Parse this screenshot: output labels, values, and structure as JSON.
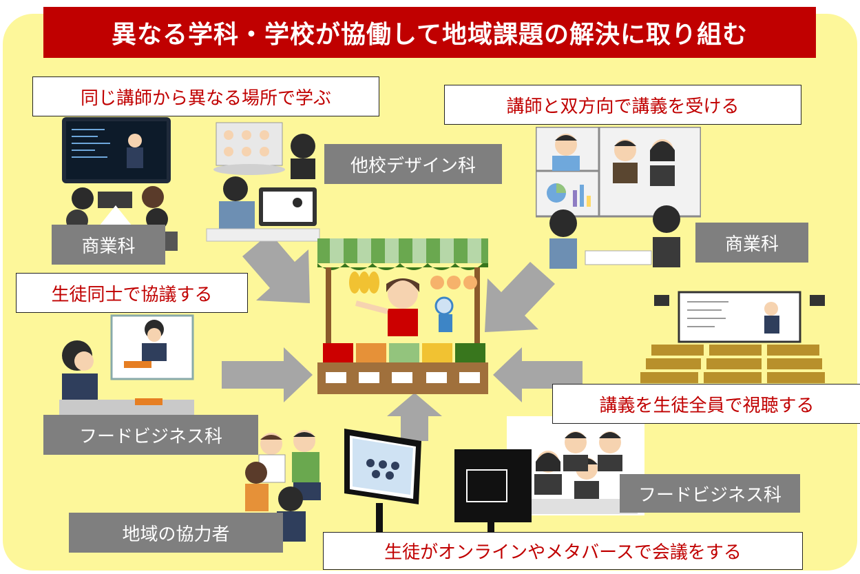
{
  "title": "異なる学科・学校が協働して地域課題の解決に取り組む",
  "colors": {
    "background": "#fdf79a",
    "title_bg": "#c00000",
    "callout_text": "#c00000",
    "label_bg": "#7f7f7f",
    "arrow": "#a6a6a6"
  },
  "callouts": {
    "top_left": "同じ講師から異なる場所で学ぶ",
    "top_right": "講師と双方向で講義を受ける",
    "mid_left": "生徒同士で協議する",
    "mid_right": "講義を生徒全員で視聴する",
    "bottom": "生徒がオンラインやメタバースで会議をする"
  },
  "labels": {
    "other_school_design": "他校デザイン科",
    "commerce_left": "商業科",
    "commerce_right": "商業科",
    "food_business_left": "フードビジネス科",
    "food_business_right": "フードビジネス科",
    "community": "地域の協力者"
  },
  "icons": [
    "classroom-illustration",
    "video-call-illustration",
    "tablet-student-illustration",
    "market-stall-illustration",
    "lecture-hall-illustration",
    "meeting-illustration",
    "community-people-illustration",
    "monitor-illustration",
    "arrow-icon"
  ]
}
